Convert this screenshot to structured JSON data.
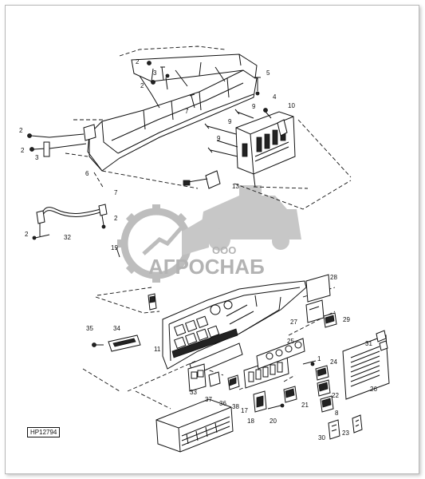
{
  "figure_ref": "HP12794",
  "watermark": {
    "ooo": "ООО",
    "brand": "АГРОСНАБ"
  },
  "callouts": [
    {
      "n": "2"
    },
    {
      "n": "3"
    },
    {
      "n": "2"
    },
    {
      "n": "5"
    },
    {
      "n": "9"
    },
    {
      "n": "4"
    },
    {
      "n": "10"
    },
    {
      "n": "7"
    },
    {
      "n": "9"
    },
    {
      "n": "9"
    },
    {
      "n": "2"
    },
    {
      "n": "2"
    },
    {
      "n": "3"
    },
    {
      "n": "6"
    },
    {
      "n": "13"
    },
    {
      "n": "7"
    },
    {
      "n": "2"
    },
    {
      "n": "2"
    },
    {
      "n": "32"
    },
    {
      "n": "19"
    },
    {
      "n": "28"
    },
    {
      "n": "27"
    },
    {
      "n": "29"
    },
    {
      "n": "35"
    },
    {
      "n": "34"
    },
    {
      "n": "11"
    },
    {
      "n": "25"
    },
    {
      "n": "31"
    },
    {
      "n": "1"
    },
    {
      "n": "24"
    },
    {
      "n": "26"
    },
    {
      "n": "22"
    },
    {
      "n": "33"
    },
    {
      "n": "37"
    },
    {
      "n": "36"
    },
    {
      "n": "38"
    },
    {
      "n": "17"
    },
    {
      "n": "21"
    },
    {
      "n": "8"
    },
    {
      "n": "18"
    },
    {
      "n": "20"
    },
    {
      "n": "30"
    },
    {
      "n": "23"
    }
  ]
}
